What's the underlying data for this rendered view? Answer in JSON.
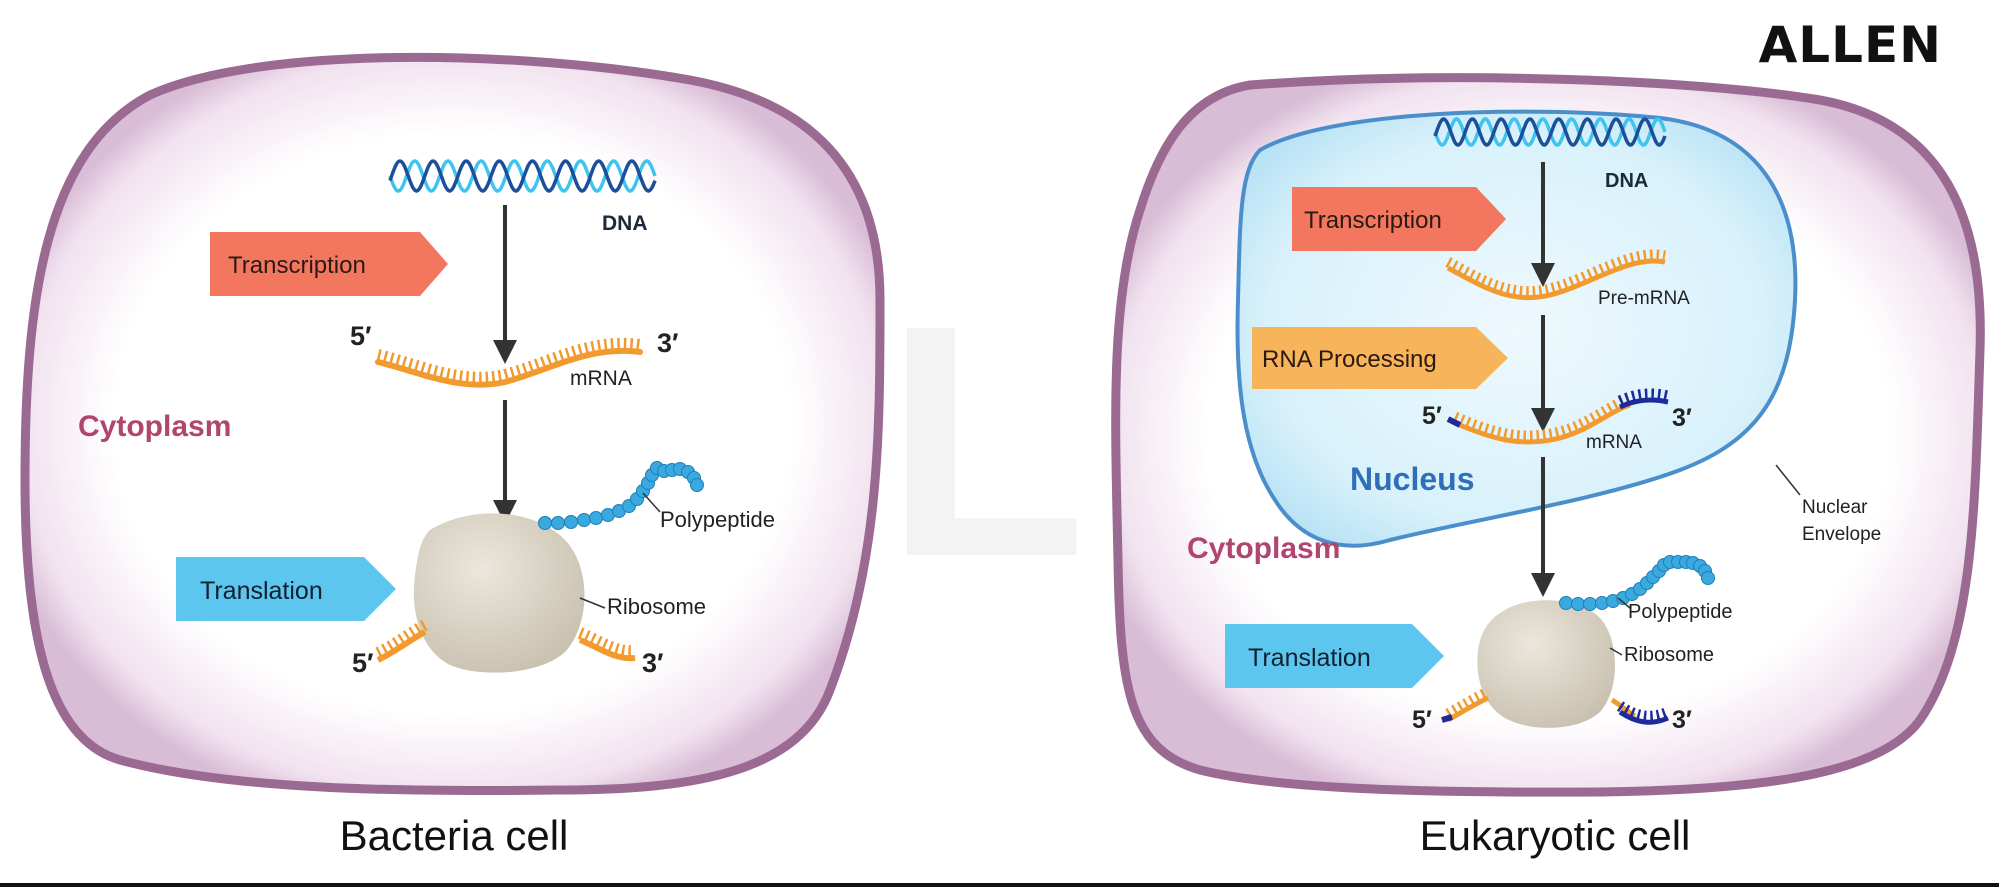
{
  "brand": {
    "logo_text": "ALLEN",
    "watermark_text": "ALLEN"
  },
  "colors": {
    "membrane": "#9a6a93",
    "cytoplasm_text": "#b0456e",
    "transcription": "#f3775f",
    "rna_processing": "#f8b45a",
    "translation": "#5cc6ef",
    "mrna": "#f39a2e",
    "cap_tail": "#1c2a9a",
    "dna_dark": "#1c4f9a",
    "dna_light": "#3ec4ef",
    "nucleus_fill": "#d6f0fb",
    "nucleus_edge": "#4a8fcc",
    "ribosome": "#d8d2c4",
    "polypeptide": "#3aa9e0"
  },
  "bacteria": {
    "caption": "Bacteria cell",
    "cytoplasm": "Cytoplasm",
    "dna": "DNA",
    "transcription": "Transcription",
    "mrna": "mRNA",
    "five_prime": "5′",
    "three_prime": "3′",
    "polypeptide": "Polypeptide",
    "ribosome": "Ribosome",
    "translation": "Translation"
  },
  "eukaryote": {
    "caption": "Eukaryotic cell",
    "cytoplasm": "Cytoplasm",
    "nucleus": "Nucleus",
    "nuclear_envelope_line1": "Nuclear",
    "nuclear_envelope_line2": "Envelope",
    "dna": "DNA",
    "transcription": "Transcription",
    "pre_mrna": "Pre-mRNA",
    "rna_processing": "RNA Processing",
    "mrna": "mRNA",
    "five_prime": "5′",
    "three_prime": "3′",
    "polypeptide": "Polypeptide",
    "ribosome": "Ribosome",
    "translation": "Translation"
  }
}
